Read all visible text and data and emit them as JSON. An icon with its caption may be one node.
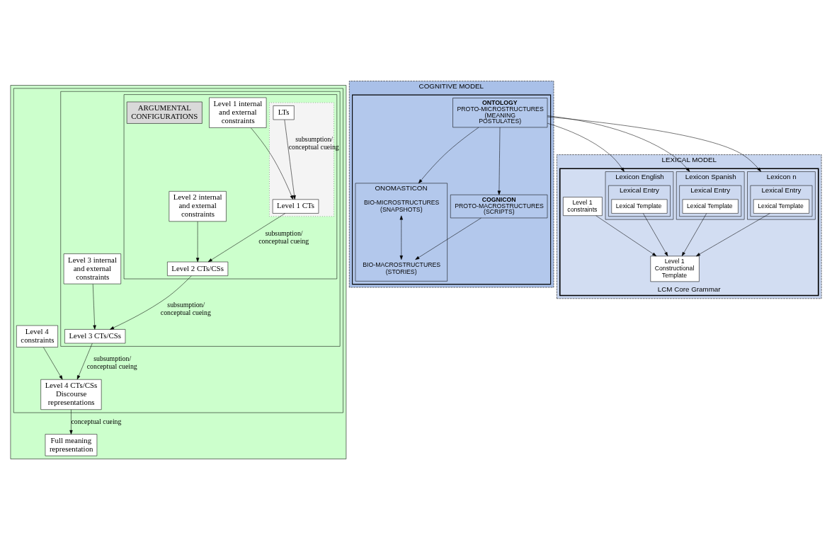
{
  "diagram": {
    "nodes": [
      {
        "text": [],
        "shape": "box"
      },
      {
        "text": [],
        "shape": "box",
        "in": 0
      },
      {
        "text": [],
        "shape": "box",
        "in": 1
      },
      {
        "text": [],
        "shape": "box",
        "in": 2
      },
      {
        "text": [],
        "shape": "box",
        "in": 3
      },
      {
        "text": [
          "LTs"
        ],
        "in": 4
      },
      {
        "text": [
          "Level 1 internal and external constraints"
        ],
        "in": 3
      },
      {
        "text": [
          "Level 1 CTs"
        ],
        "in": 4
      },
      {
        "text": [
          "ARGUMENTAL CONFIGURATIONS"
        ],
        "in": 3
      },
      {
        "text": [
          "Level 2 internal and external constraints"
        ],
        "in": 3
      },
      {
        "text": [
          "Level 2 CTs/CSs"
        ],
        "in": 3
      },
      {
        "text": [
          "Level 3 internal and external constraints"
        ],
        "in": 2
      },
      {
        "text": [
          "Level 3 CTs/CSs"
        ],
        "in": 2
      },
      {
        "text": [
          "Level 4 constraints"
        ],
        "in": 1
      },
      {
        "text": [
          "Level 4 CTs/CSs Discourse representations"
        ],
        "in": 1
      },
      {
        "text": [
          "Full meaning representation"
        ],
        "in": 0
      },
      {
        "text": [
          "COGNITIVE MODEL"
        ]
      },
      {
        "text": [],
        "shape": "box",
        "in": 16
      },
      {
        "text": [
          "ONOMASTICON"
        ],
        "in": 17
      },
      {
        "text": [
          "BIO-MICROSTRUCTURES (SNAPSHOTS)"
        ],
        "in": 18
      },
      {
        "text": [
          "BIO-MACROSTRUCTURES (STORIES)"
        ],
        "in": 18
      },
      {
        "text": [
          "COGNICON",
          "PROTO-MACROSTRUCTURES (SCRIPTS)"
        ],
        "in": 17
      },
      {
        "text": [
          "ONTOLOGY",
          "PROTO-MICROSTRUCTURES (MEANING POSTULATES)"
        ],
        "in": 17
      },
      {
        "text": [
          "LEXICAL MODEL"
        ]
      },
      {
        "text": [
          "LCM Core Grammar"
        ],
        "in": 23
      },
      {
        "text": [
          "Lexicon English"
        ],
        "in": 24
      },
      {
        "text": [
          "Lexical Entry"
        ],
        "in": 25
      },
      {
        "text": [
          "Lexical Template"
        ],
        "in": 26
      },
      {
        "text": [
          "Lexicon Spanish"
        ],
        "in": 24
      },
      {
        "text": [
          "Lexical Entry"
        ],
        "in": 28
      },
      {
        "text": [
          "Lexical Template"
        ],
        "in": 29
      },
      {
        "text": [
          "Lexicon n"
        ],
        "in": 24
      },
      {
        "text": [
          "Lexical Entry"
        ],
        "in": 31
      },
      {
        "text": [
          "Lexical Template"
        ],
        "in": 32
      },
      {
        "text": [
          "Level 1 constraints"
        ],
        "in": 24
      },
      {
        "text": [
          "Level 1 Constructional Template"
        ],
        "in": 24
      }
    ],
    "edges": [
      {
        "from": 5,
        "to": 7,
        "arrow": "to",
        "label": "subsumption/ conceptual cueing"
      },
      {
        "from": 6,
        "to": 7,
        "arrow": "to"
      },
      {
        "from": 7,
        "to": 10,
        "arrow": "to",
        "label": "subsumption/ conceptual cueing"
      },
      {
        "from": 9,
        "to": 10,
        "arrow": "to"
      },
      {
        "from": 10,
        "to": 12,
        "arrow": "to",
        "label": "subsumption/ conceptual cueing"
      },
      {
        "from": 11,
        "to": 12,
        "arrow": "to"
      },
      {
        "from": 12,
        "to": 14,
        "arrow": "to",
        "label": "subsumption/ conceptual cueing"
      },
      {
        "from": 13,
        "to": 14,
        "arrow": "to"
      },
      {
        "from": 14,
        "to": 15,
        "arrow": "to",
        "label": "conceptual cueing"
      },
      {
        "from": 19,
        "to": 20,
        "arrow": "both"
      },
      {
        "from": 22,
        "to": 18,
        "arrow": "to"
      },
      {
        "from": 22,
        "to": 21,
        "arrow": "to"
      },
      {
        "from": 21,
        "to": 20,
        "arrow": "to"
      },
      {
        "from": 22,
        "to": 25,
        "arrow": "to"
      },
      {
        "from": 22,
        "to": 28,
        "arrow": "to"
      },
      {
        "from": 22,
        "to": 31,
        "arrow": "to"
      },
      {
        "from": 27,
        "to": 35,
        "arrow": "to"
      },
      {
        "from": 30,
        "to": 35,
        "arrow": "to"
      },
      {
        "from": 33,
        "to": 35,
        "arrow": "to"
      },
      {
        "from": 34,
        "to": 35,
        "arrow": "to"
      }
    ]
  }
}
